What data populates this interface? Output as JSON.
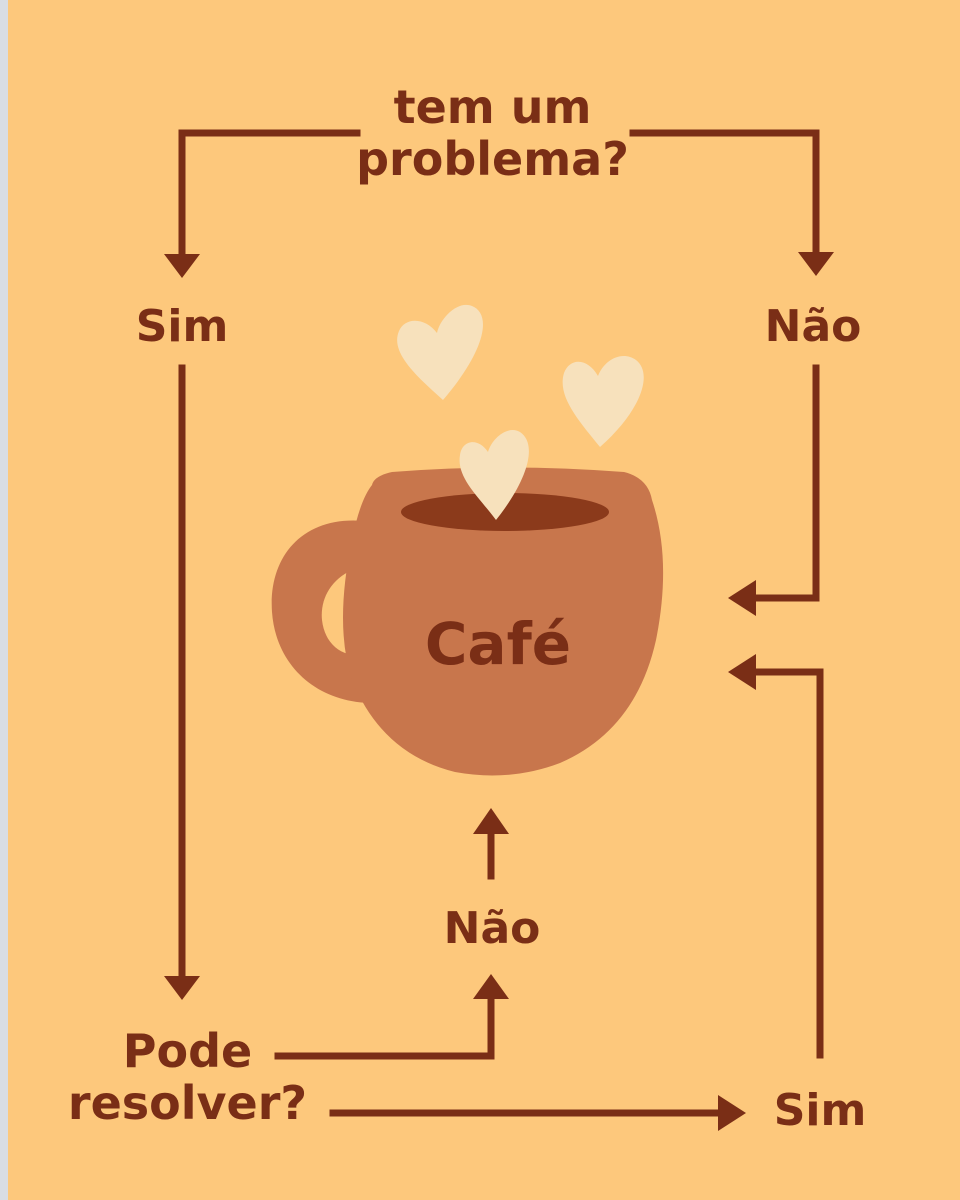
{
  "colors": {
    "background": "#FDC87C",
    "ink": "#7A2E16",
    "mug": "#C8764C",
    "mug_inner": "#8B3A1B",
    "hearts": "#F7E1BC"
  },
  "nodes": {
    "question_top": {
      "line1": "tem um",
      "line2": "problema?"
    },
    "answer_yes_left": "Sim",
    "answer_no_right": "Não",
    "cup_label": "Café",
    "question_bottom": {
      "line1": "Pode",
      "line2": "resolver?"
    },
    "answer_no_bottom": "Não",
    "answer_yes_bottom": "Sim"
  },
  "icons": [
    "coffee-mug-icon",
    "heart-icon"
  ]
}
